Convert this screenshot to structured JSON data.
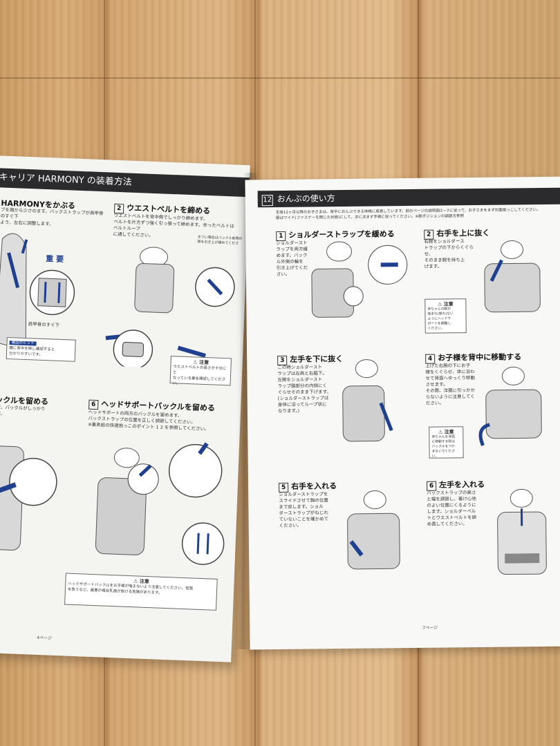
{
  "left_page": {
    "header": "キャリア HARMONY の装着方法",
    "step_a_title": "HARMONYをかぶる",
    "step_a_text": "ブを頭から少さのます。バックストラップが肩甲骨のすぐ下\nよう、左右に調整します。",
    "important_label": "重 要",
    "shoulder_blade_caption": "肩甲骨のすぐ下",
    "check_label": "確認のヒント",
    "check_text": "鏡に背中を映し確認すると\n分かりやすいです。",
    "step2": {
      "num": "2",
      "title": "ウエストベルトを締める",
      "text": "ウエストベルトを背中側でしっかり締めます。\nベルトを片方ずつ強く引っ張って締めます。余ったベルトはベルトループ\nに通してください。"
    },
    "step2_side_note": "きつい場合はバックル前側の\n帯を引き上げ緩めてくださ",
    "step2_caution_label": "注意",
    "step2_caution_text": "ウエストベルトの長さが十分にと\nなっている事を確認してください。",
    "step_b_title": "バックルを留める",
    "step_b_text": "めます。バックルがしっかり\nします。",
    "step6": {
      "num": "6",
      "title": "ヘッドサポートバックルを留める",
      "text": "ヘッドサポートの両方のバックルを留めます。\nバックストラップの位置を正しく調節してください。\n※裏表紙の快適抱っこのポイント 1 2 を参照してください。"
    },
    "caution_label": "注意",
    "caution_text": "ヘッドサポートバックルをお子様が噛まないよう注意してください。怪我\nを負うなど、最悪の場合乳歯が抜ける危険があります。",
    "page_number": "4ページ"
  },
  "right_page": {
    "section_number": "12",
    "header": "おんぶの使い方",
    "intro": "生後12ヶ月以降のお子さまは、背中におんぶできる体格に成長しています。前のページの説明図①~⑦に従って、お子さまをまず対面抱っこしてください。\n服はワイド(ファスナーを閉じた状態)にして、次に次まず手順に従ってください。※脚ポジションの調節方参照",
    "steps": [
      {
        "num": "1",
        "title": "ショルダーストラップを緩める",
        "text": "ショルダースト\nラップを両方緩\nめます。バック\nル外側の輪を\n引き上げてくだ\nさい。"
      },
      {
        "num": "2",
        "title": "右手を上に抜く",
        "text": "右腕をショルダース\nトラップの下からくぐらせ、\nそのまま腕を持ち上\nげます。"
      },
      {
        "num": "3",
        "title": "左手を下に抜く",
        "text": "この時ショルダースト\nラップは左肩と右脇下。\n左腕をショルダースト\nラップ脇部分の内側にく\nぐらせそのまま下げます。\n(ショルダーストラップは\n身体に沿ってループ状に\nなります。)"
      },
      {
        "num": "4",
        "title": "お子様を背中に移動する",
        "text": "上げた右腕の下にお子\n様をくぐらせ、体に沿わ\nせて背面へゆっくり移動\nさせます。\nその際、洋服に引っかか\nらないように注意してく\nださい。"
      },
      {
        "num": "5",
        "title": "右手を入れる",
        "text": "ショルダーストラップを\nスライドさせて胸の位置\nまで戻します。ショル\nダーストラップがねじれ\nていないことを確かめて\nください。"
      },
      {
        "num": "6",
        "title": "左手を入れる",
        "text": "バックストラップの高さ\nと幅を調節し、着け心地\nのよい位置にくるように\nします。ショルダーベル\nトとウエストベルトを締\nめ直してください。"
      }
    ],
    "caution1_label": "注意",
    "caution1_text": "赤ちゃんの腕が\n挟まれ(擦れ)ない\nようにヘッドサ\nポートを調整し\nください。",
    "caution2_label": "注意",
    "caution2_text": "赤ちゃんを背面\nに移動する際は\nバックルをつか\nまないでください。",
    "page_number": "7ページ"
  },
  "colors": {
    "accent_blue": "#1f3f8f",
    "header_black": "#2b2b2e",
    "paper": "#f6f6f3",
    "wood": "#d6aa76"
  }
}
